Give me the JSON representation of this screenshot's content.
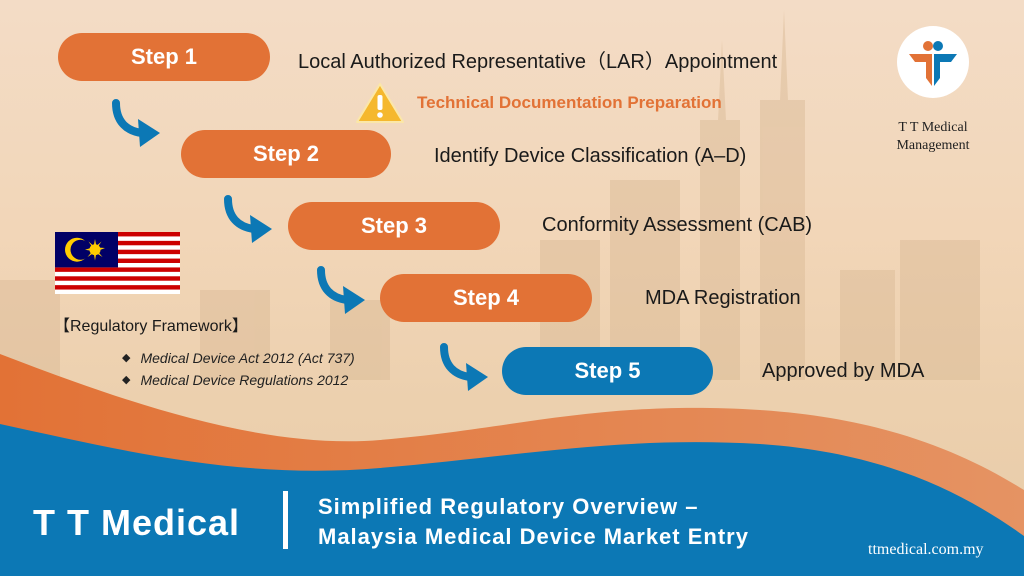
{
  "colors": {
    "orange": "#e27236",
    "blue": "#0c78b5",
    "warning_yellow": "#f5b82e",
    "background": "#f2d6b8"
  },
  "steps": [
    {
      "label": "Step 1",
      "description": "Local Authorized Representative（LAR）Appointment",
      "color": "orange"
    },
    {
      "label": "Step 2",
      "description": "Identify Device Classification (A–D)",
      "color": "orange"
    },
    {
      "label": "Step 3",
      "description": "Conformity Assessment (CAB)",
      "color": "orange"
    },
    {
      "label": "Step 4",
      "description": "MDA Registration",
      "color": "orange"
    },
    {
      "label": "Step 5",
      "description": "Approved by MDA",
      "color": "blue"
    }
  ],
  "warning": {
    "icon": "warning-triangle-icon",
    "text": "Technical Documentation Preparation"
  },
  "logo": {
    "line1": "T T Medical",
    "line2": "Management"
  },
  "regulatory": {
    "title": "【Regulatory Framework】",
    "items": [
      "Medical Device Act 2012 (Act 737)",
      "Medical Device Regulations 2012"
    ],
    "bullet": "◆"
  },
  "footer": {
    "brand": "T T Medical",
    "title_line1": "Simplified Regulatory Overview –",
    "title_line2": "Malaysia Medical Device Market Entry",
    "url": "ttmedical.com.my"
  }
}
